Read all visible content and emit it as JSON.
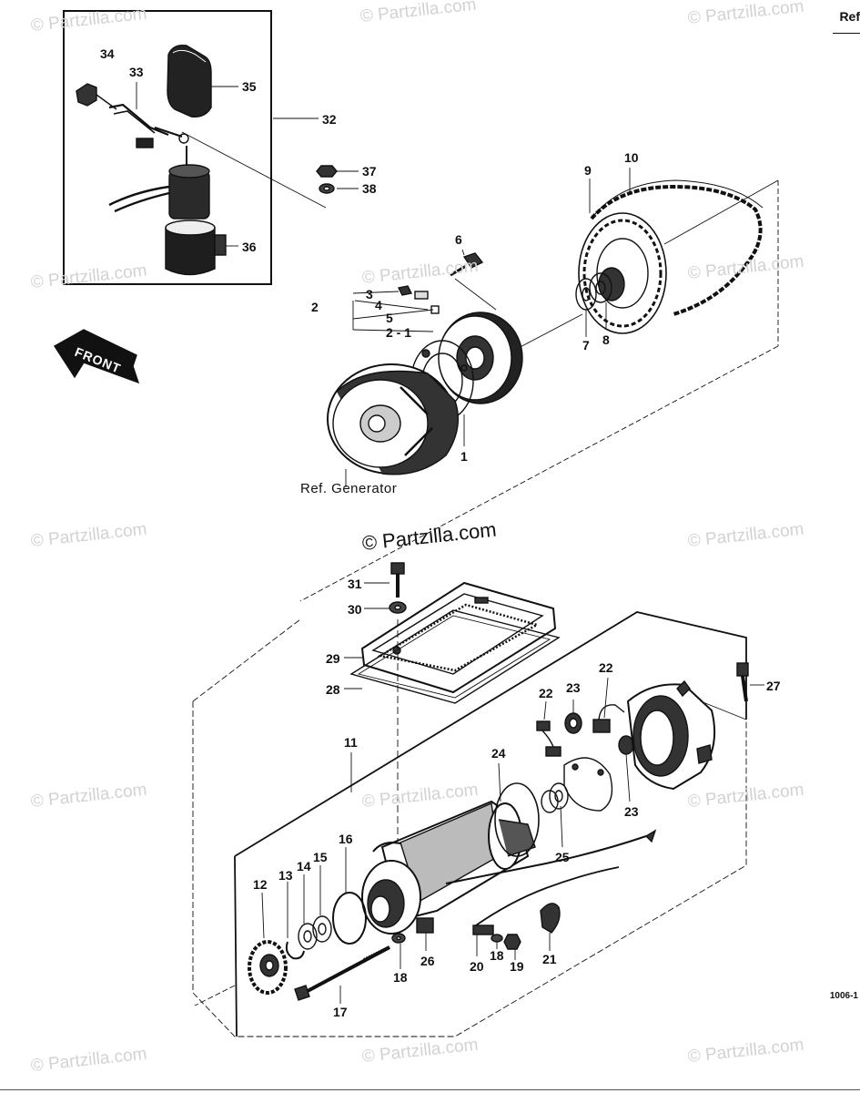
{
  "header": {
    "ref_text": "Ref",
    "figure_code": "1006-1"
  },
  "labels": {
    "ref_generator": "Ref. Generator",
    "front": "FRONT"
  },
  "watermarks": {
    "small": "© Partzilla.com",
    "center": "© Partzilla.com"
  },
  "callouts": [
    {
      "id": "34",
      "text": "34"
    },
    {
      "id": "33",
      "text": "33"
    },
    {
      "id": "35",
      "text": "35"
    },
    {
      "id": "32",
      "text": "32"
    },
    {
      "id": "37",
      "text": "37"
    },
    {
      "id": "38",
      "text": "38"
    },
    {
      "id": "36",
      "text": "36"
    },
    {
      "id": "9",
      "text": "9"
    },
    {
      "id": "10",
      "text": "10"
    },
    {
      "id": "6",
      "text": "6"
    },
    {
      "id": "3",
      "text": "3"
    },
    {
      "id": "4",
      "text": "4"
    },
    {
      "id": "2",
      "text": "2"
    },
    {
      "id": "5",
      "text": "5"
    },
    {
      "id": "2-1",
      "text": "2 - 1"
    },
    {
      "id": "7",
      "text": "7"
    },
    {
      "id": "8",
      "text": "8"
    },
    {
      "id": "1",
      "text": "1"
    },
    {
      "id": "31",
      "text": "31"
    },
    {
      "id": "30",
      "text": "30"
    },
    {
      "id": "29",
      "text": "29"
    },
    {
      "id": "28",
      "text": "28"
    },
    {
      "id": "27",
      "text": "27"
    },
    {
      "id": "22a",
      "text": "22"
    },
    {
      "id": "23a",
      "text": "23"
    },
    {
      "id": "22b",
      "text": "22"
    },
    {
      "id": "11",
      "text": "11"
    },
    {
      "id": "24",
      "text": "24"
    },
    {
      "id": "23b",
      "text": "23"
    },
    {
      "id": "25",
      "text": "25"
    },
    {
      "id": "16",
      "text": "16"
    },
    {
      "id": "15",
      "text": "15"
    },
    {
      "id": "14",
      "text": "14"
    },
    {
      "id": "13",
      "text": "13"
    },
    {
      "id": "12",
      "text": "12"
    },
    {
      "id": "20",
      "text": "20"
    },
    {
      "id": "18a",
      "text": "18"
    },
    {
      "id": "19",
      "text": "19"
    },
    {
      "id": "21",
      "text": "21"
    },
    {
      "id": "26",
      "text": "26"
    },
    {
      "id": "18b",
      "text": "18"
    },
    {
      "id": "17",
      "text": "17"
    }
  ],
  "colors": {
    "ink": "#111111",
    "watermark": "#d2d2d2",
    "background": "#ffffff"
  }
}
